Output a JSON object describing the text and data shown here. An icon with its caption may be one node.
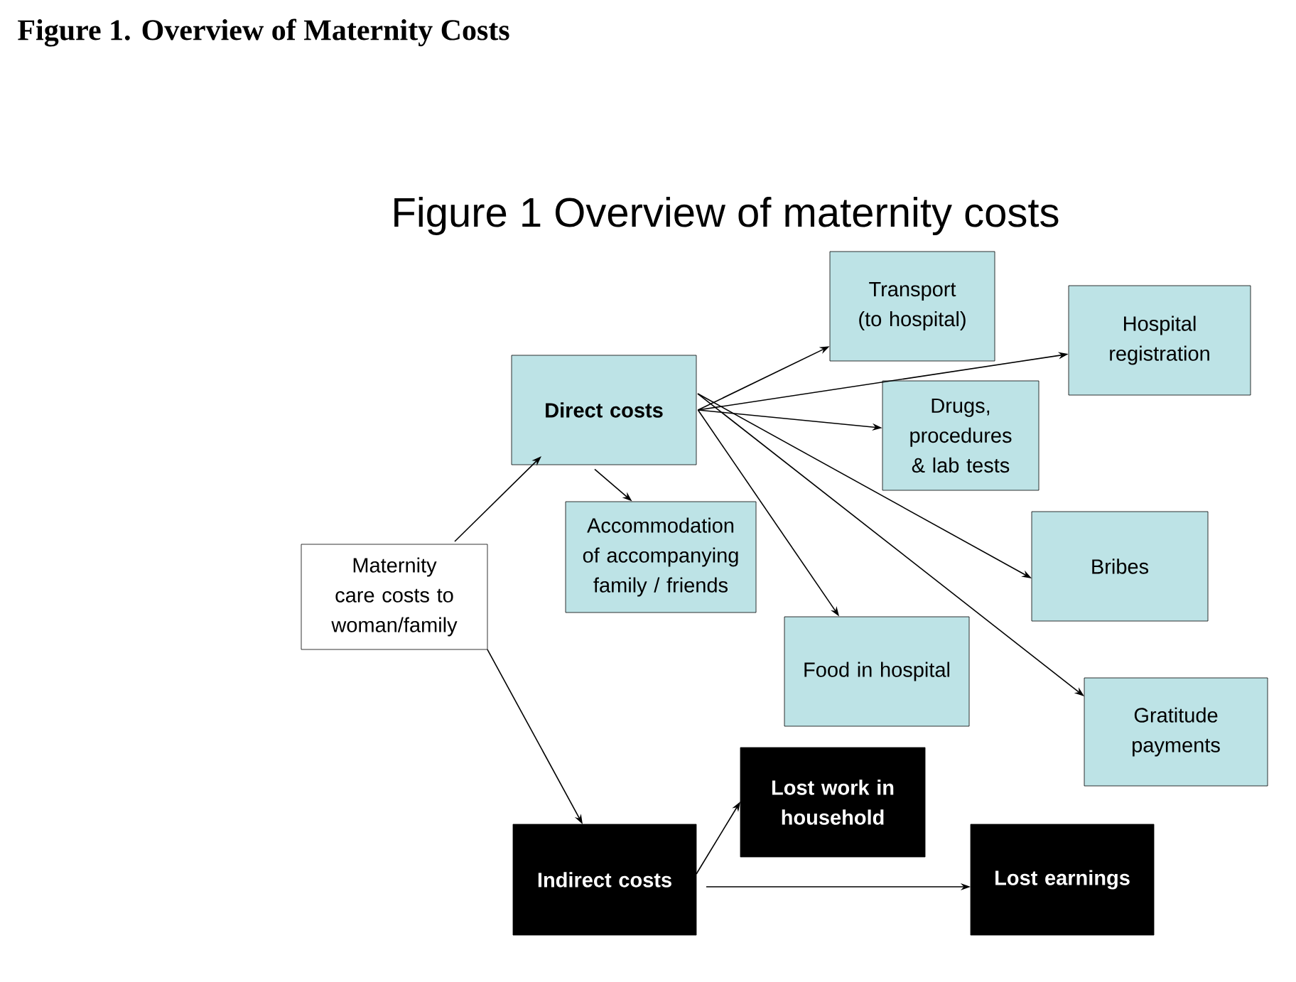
{
  "diagram": {
    "title": "Figure 1. Overview of Maternity Costs",
    "nodes": [
      {
        "text": [
          "Maternity care costs to woman/family"
        ]
      },
      {
        "text": [
          "Direct costs"
        ]
      },
      {
        "text": [
          "Transport (to hospital)"
        ]
      },
      {
        "text": [
          "Hospital registration"
        ]
      },
      {
        "text": [
          "Drugs, procedures & lab tests"
        ]
      },
      {
        "text": [
          "Accommodation of accompanying family / friends"
        ]
      },
      {
        "text": [
          "Bribes"
        ]
      },
      {
        "text": [
          "Food in hospital"
        ]
      },
      {
        "text": [
          "Gratitude payments"
        ]
      },
      {
        "text": [
          "Indirect costs"
        ]
      },
      {
        "text": [
          "Lost work in household"
        ]
      },
      {
        "text": [
          "Lost earnings"
        ]
      }
    ],
    "edges": [
      {
        "from": 0,
        "to": 1,
        "arrow": "to"
      },
      {
        "from": 0,
        "to": 9,
        "arrow": "to"
      },
      {
        "from": 1,
        "to": 2,
        "arrow": "to"
      },
      {
        "from": 1,
        "to": 3,
        "arrow": "to"
      },
      {
        "from": 1,
        "to": 4,
        "arrow": "to"
      },
      {
        "from": 1,
        "to": 5,
        "arrow": "to"
      },
      {
        "from": 1,
        "to": 6,
        "arrow": "to"
      },
      {
        "from": 1,
        "to": 7,
        "arrow": "to"
      },
      {
        "from": 1,
        "to": 8,
        "arrow": "to"
      },
      {
        "from": 9,
        "to": 10,
        "arrow": "to"
      },
      {
        "from": 9,
        "to": 11,
        "arrow": "to"
      }
    ],
    "labels": [
      "Figure 1    Overview of maternity costs"
    ]
  }
}
